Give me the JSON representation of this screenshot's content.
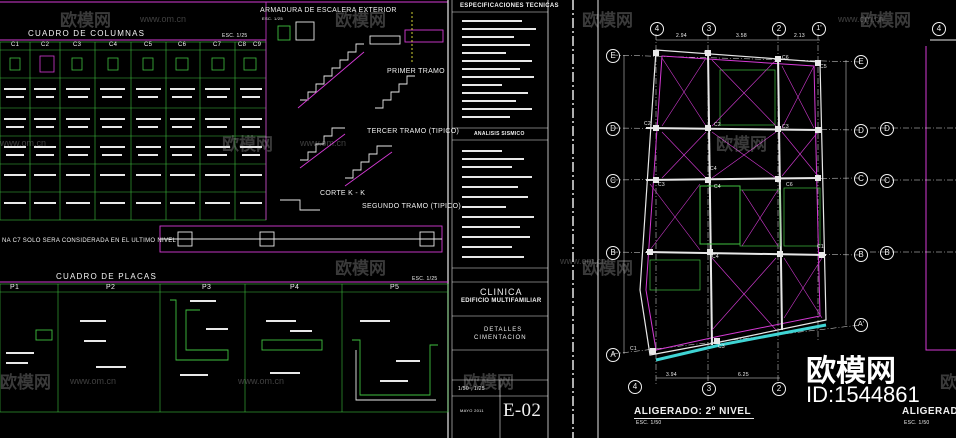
{
  "columns_table": {
    "title": "CUADRO   DE   COLUMNAS",
    "scale": "ESC. 1/25",
    "headers": [
      "C1",
      "C2",
      "C3",
      "C4",
      "C5",
      "C6",
      "C7",
      "C8",
      "C9"
    ],
    "note": "NA C7 SOLO SERA CONSIDERADA EN EL ULTIMO NIVEL"
  },
  "stair": {
    "title": "ARMADURA DE ESCALERA EXTERIOR",
    "scale": "ESC. 1/25",
    "primer_tramo": "PRIMER TRAMO",
    "tercer_tramo": "TERCER TRAMO (TIPICO)",
    "corte": "CORTE K - K",
    "segundo_tramo": "SEGUNDO TRAMO (TIPICO)"
  },
  "plates_table": {
    "title": "CUADRO   DE   PLACAS",
    "scale": "ESC. 1/25",
    "headers": [
      "P1",
      "P2",
      "P3",
      "P4",
      "P5"
    ]
  },
  "title_block": {
    "specs_title": "ESPECIFICACIONES TECNICAS",
    "analysis_title": "ANALISIS SISMICO",
    "project": "CLINICA",
    "subtitle": "EDIFICIO MULTIFAMILIAR",
    "sheet_desc_1": "DETALLES",
    "sheet_desc_2": "CIMENTACION",
    "scale_value": "1/50 , 1/25",
    "date": "MAYO 2011",
    "sheet_number": "E-02"
  },
  "plan": {
    "title": "ALIGERADO: 2º NIVEL",
    "scale": "ESC. 1/50",
    "title_right": "ALIGERAD",
    "axes_top": [
      "4",
      "3",
      "2",
      "1'"
    ],
    "axes_bottom": [
      "4",
      "3",
      "2"
    ],
    "axes_left": [
      "E",
      "D",
      "C",
      "B",
      "A"
    ],
    "axes_right": [
      "E",
      "D",
      "C",
      "B",
      "A'"
    ],
    "dims_top": [
      "2.94",
      "3.58",
      "2.13"
    ],
    "dims_bottom": [
      "3.94",
      "6.25"
    ],
    "col_labels": [
      "C5",
      "C6",
      "C5",
      "C2",
      "C2",
      "C3",
      "C4",
      "C3",
      "C4",
      "C4",
      "C6",
      "C1",
      "C1",
      "C3"
    ]
  },
  "watermark": {
    "brand": "欧模网",
    "url": "www.om.cn",
    "id": "ID:1544861"
  },
  "colors": {
    "magenta": "#d43ad4",
    "green": "#3fbf3f",
    "cyan": "#3fd4d4",
    "yellow": "#e8e83a",
    "red": "#e03030"
  }
}
